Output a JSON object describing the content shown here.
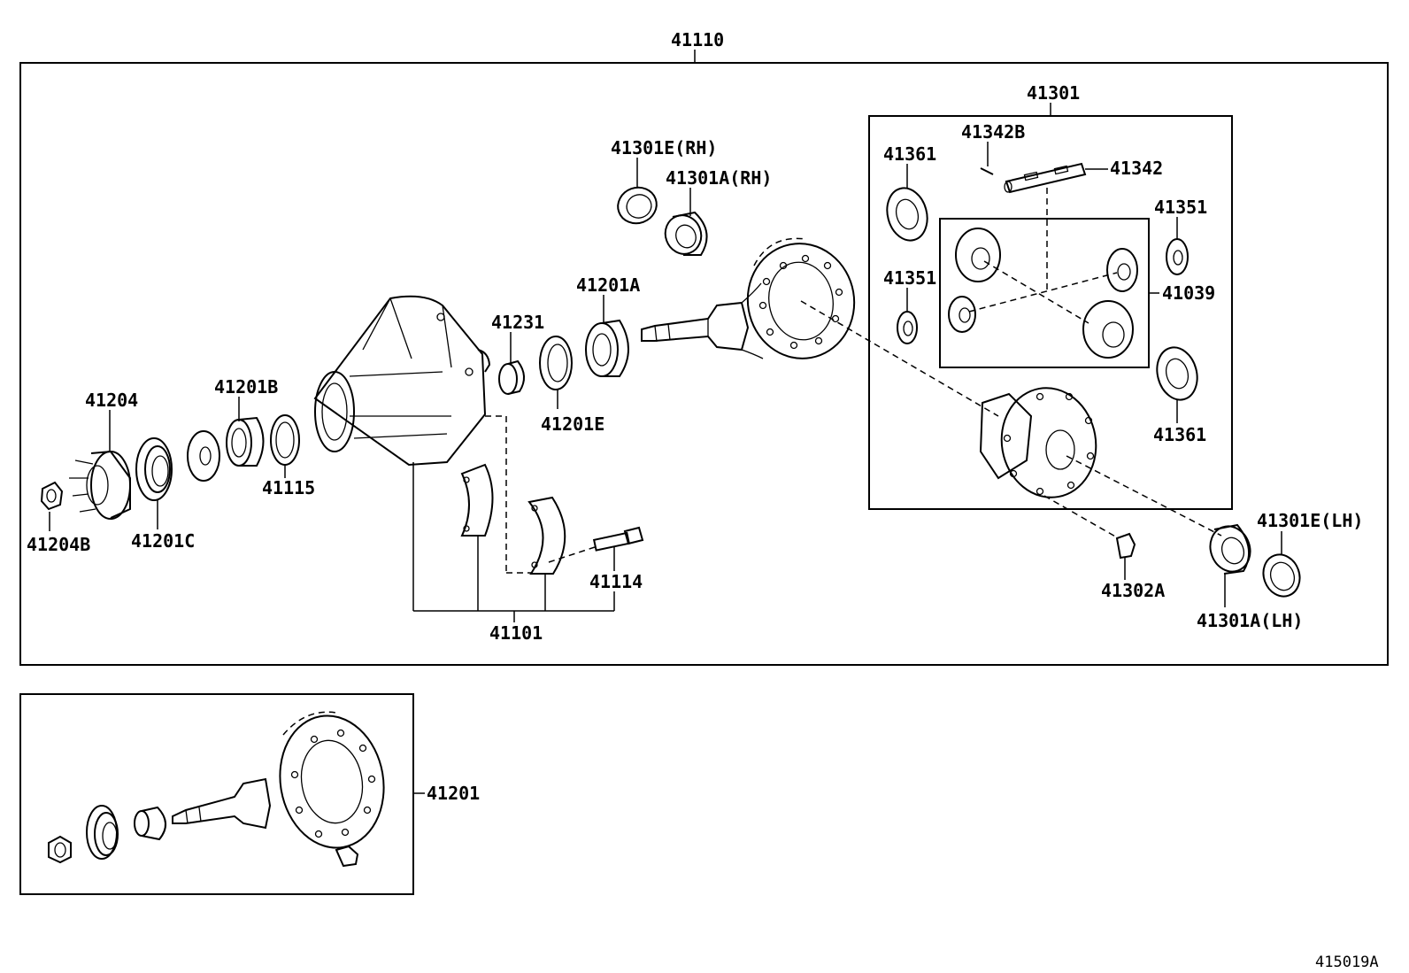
{
  "diagram_code": "415019A",
  "labels": {
    "assy_41110": "41110",
    "p41301": "41301",
    "p41342B": "41342B",
    "p41342": "41342",
    "p41361_top": "41361",
    "p41351_right": "41351",
    "p41351_left": "41351",
    "p41039": "41039",
    "p41361_bottom": "41361",
    "p41301E_RH": "41301E(RH)",
    "p41301A_RH": "41301A(RH)",
    "p41201A": "41201A",
    "p41231": "41231",
    "p41201E": "41201E",
    "p41204": "41204",
    "p41201B": "41201B",
    "p41115": "41115",
    "p41204B": "41204B",
    "p41201C": "41201C",
    "p41114": "41114",
    "p41101": "41101",
    "p41302A": "41302A",
    "p41301E_LH": "41301E(LH)",
    "p41301A_LH": "41301A(LH)",
    "p41201": "41201"
  }
}
